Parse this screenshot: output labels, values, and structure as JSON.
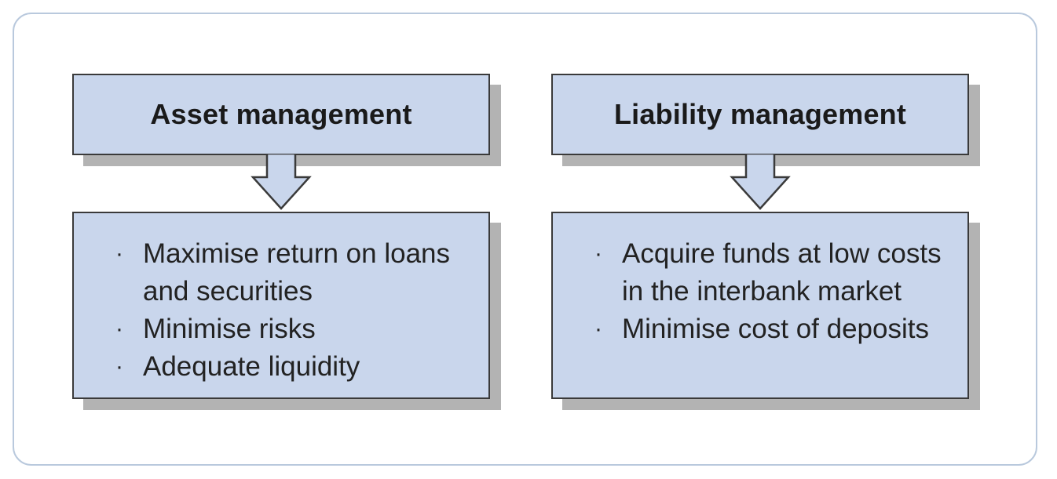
{
  "colors": {
    "box_fill": "#c9d6ec",
    "box_border": "#3a3a3a",
    "shadow": "#b3b3b3",
    "frame_border": "#b9c9dd"
  },
  "left": {
    "title": "Asset management",
    "items": [
      "Maximise return on loans and securities",
      "Minimise risks",
      "Adequate liquidity"
    ]
  },
  "right": {
    "title": "Liability management",
    "items": [
      "Acquire funds at low costs in the interbank market",
      "Minimise cost of deposits"
    ]
  },
  "bullet_glyph": "·"
}
